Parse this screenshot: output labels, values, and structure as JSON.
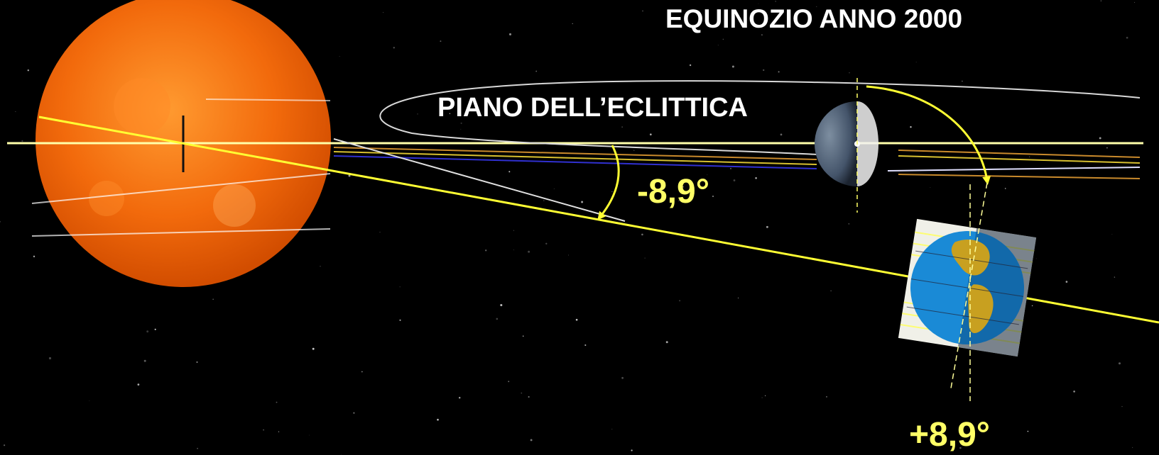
{
  "title": "EQUINOZIO ANNO 2000",
  "plane_label": "PIANO DELL’ECLITTICA",
  "angle_negative": "-8,9°",
  "angle_positive": "+8,9°",
  "colors": {
    "background": "#000000",
    "sun": "#f26a0c",
    "accent_yellow": "#ffff33",
    "angle_text": "#ffff66",
    "earth_ocean": "#1a8ad6",
    "earth_land": "#c8a020"
  },
  "icons": [
    "sun-icon",
    "earth-globe-icon",
    "earth-map-icon"
  ]
}
